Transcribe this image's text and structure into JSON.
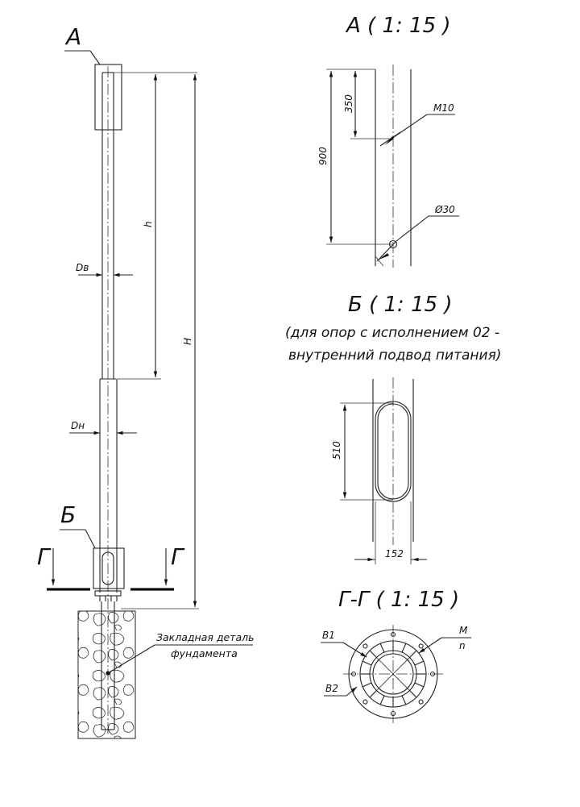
{
  "views": {
    "a_marker": "А",
    "b_marker": "Б",
    "g_left": "Г",
    "g_right": "Г",
    "a_title": "А ( 1: 15 )",
    "b_title": "Б ( 1: 15 )",
    "b_note_1": "(для опор с исполнением 02 -",
    "b_note_2": "внутренний подвод питания)",
    "gg_title": "Г-Г ( 1: 15 )"
  },
  "pole": {
    "dim_h": "h",
    "dim_H": "H",
    "dim_dv": "Dв",
    "dim_dn": "Dн",
    "foundation_label_1": "Закладная деталь",
    "foundation_label_2": "фундамента"
  },
  "detail_a": {
    "dim_350": "350",
    "dim_900": "900",
    "thread": "М10",
    "hole": "Ø30"
  },
  "detail_b": {
    "dim_510": "510",
    "dim_152": "152"
  },
  "section_gg": {
    "b1": "В1",
    "b2": "В2",
    "m": "М",
    "n": "n"
  }
}
